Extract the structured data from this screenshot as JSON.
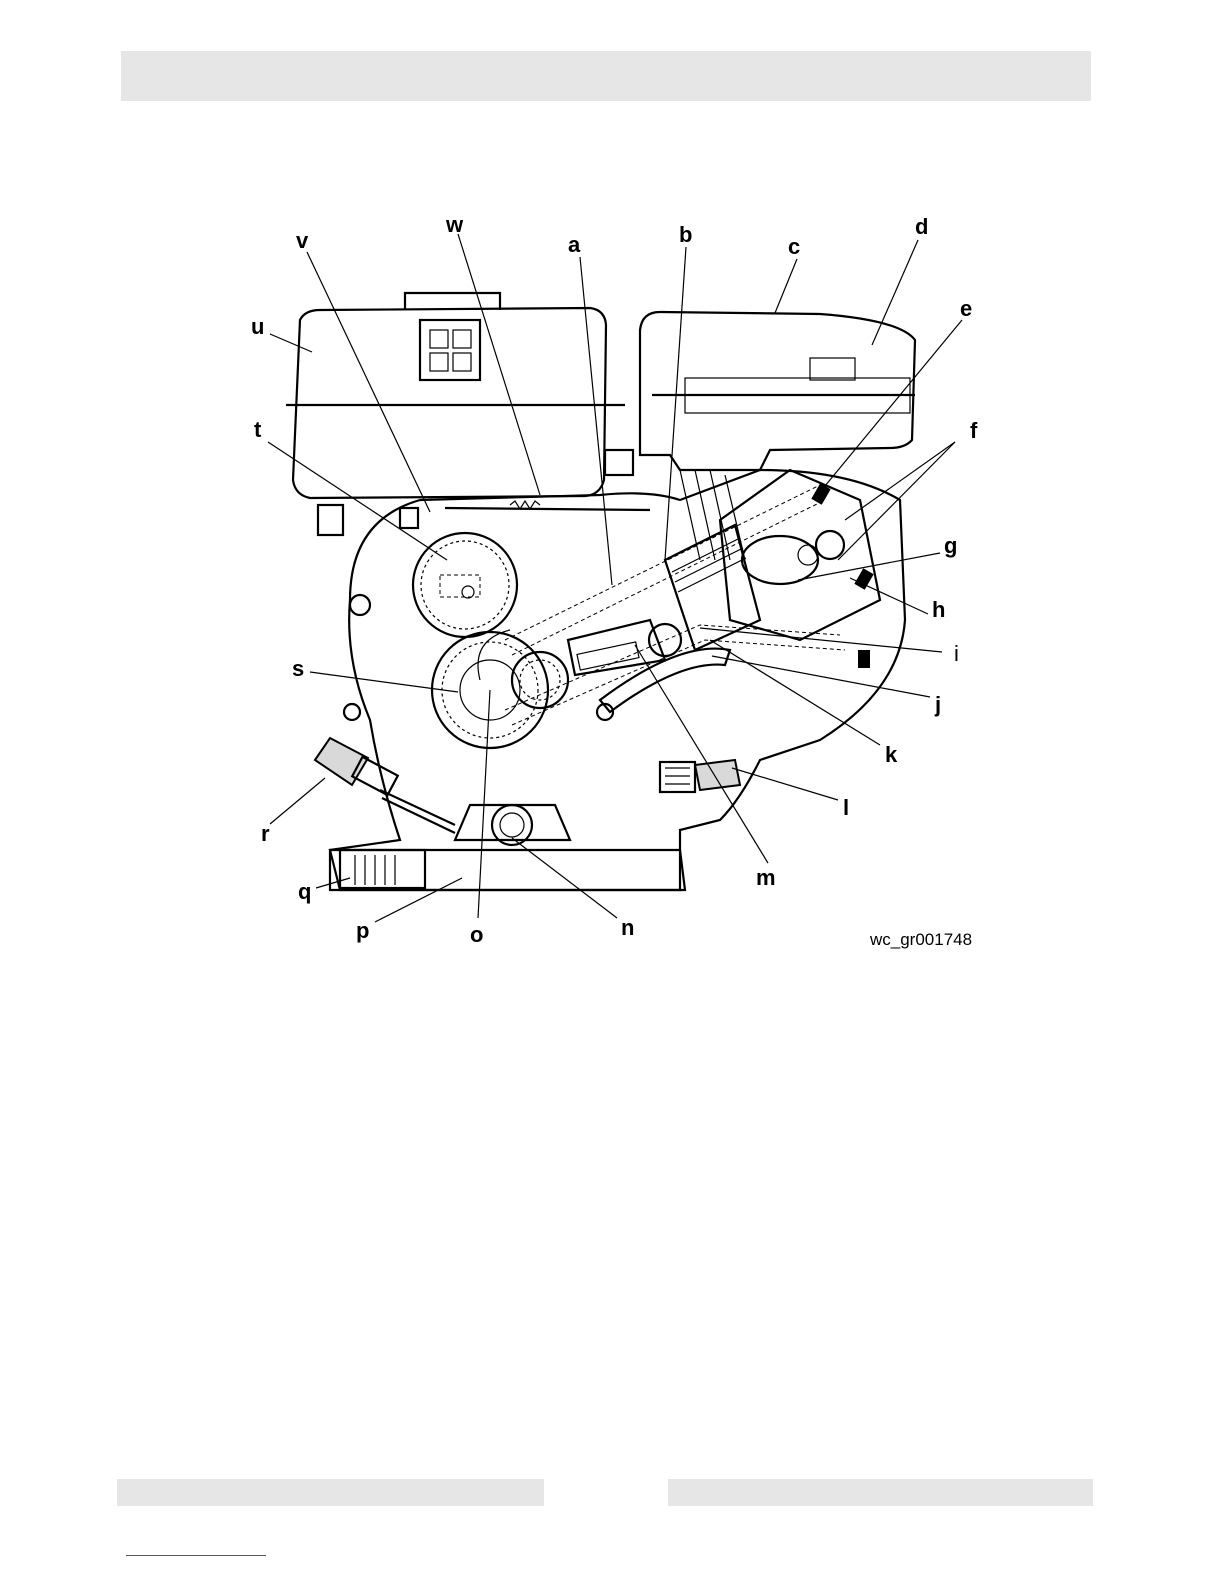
{
  "figure": {
    "id_text": "wc_gr001748",
    "callouts": [
      "a",
      "b",
      "c",
      "d",
      "e",
      "f",
      "g",
      "h",
      "i",
      "j",
      "k",
      "l",
      "m",
      "n",
      "o",
      "p",
      "q",
      "r",
      "s",
      "t",
      "u",
      "v",
      "w"
    ]
  }
}
